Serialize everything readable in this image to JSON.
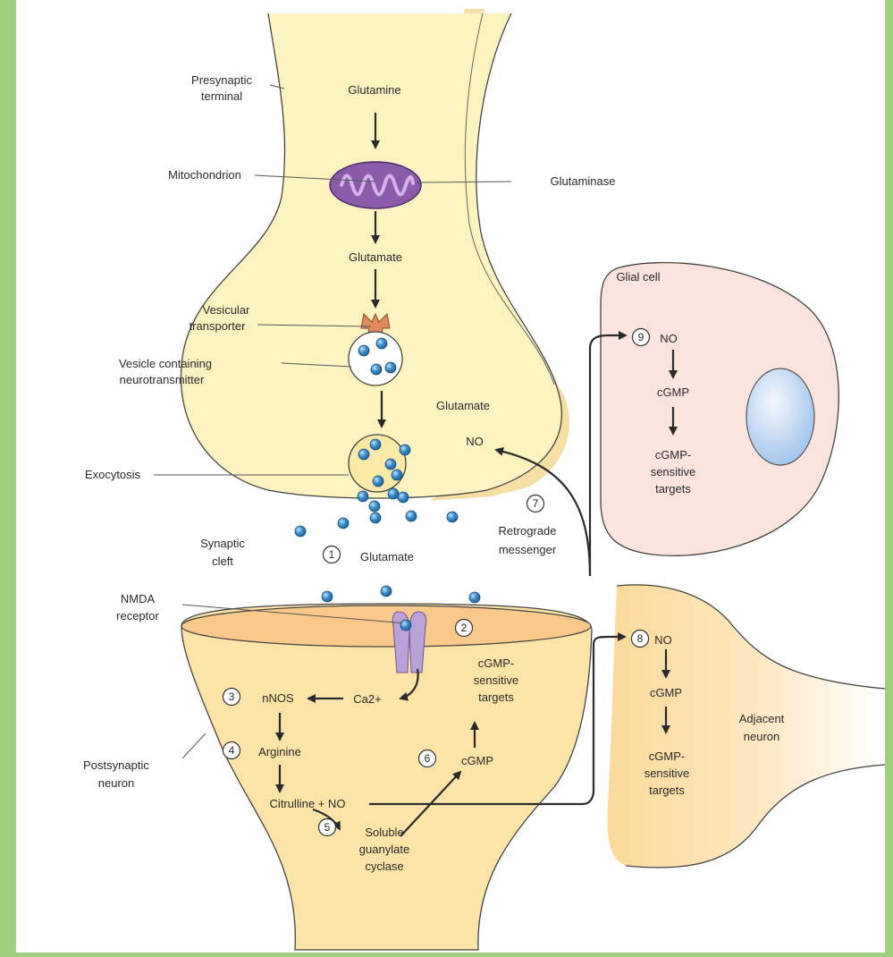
{
  "colors": {
    "border": "#9fd07f",
    "background": "#ffffff",
    "presynaptic_fill": "#fdf3c0",
    "presynaptic_shade": "#f6dfa6",
    "postsynaptic_fill": "#fce3a8",
    "glial_fill": "#fbe3de",
    "mitochondrion": "#8b5aa8",
    "receptor": "#b9a2d6",
    "transporter": "#e08a5e",
    "molecule": "#2f78b5",
    "nucleus": "#cfe2f7",
    "arrow": "#2a2a2a"
  },
  "labels": {
    "presynaptic_terminal_1": "Presynaptic",
    "presynaptic_terminal_2": "terminal",
    "glutamine": "Glutamine",
    "mitochondrion": "Mitochondrion",
    "glutaminase": "Glutaminase",
    "glutamate_top": "Glutamate",
    "vesicular_transporter_1": "Vesicular",
    "vesicular_transporter_2": "transporter",
    "vesicle_1": "Vesicle containing",
    "vesicle_2": "neurotransmitter",
    "glutamate_right": "Glutamate",
    "no_pre": "NO",
    "exocytosis": "Exocytosis",
    "synaptic_cleft_1": "Synaptic",
    "synaptic_cleft_2": "cleft",
    "glutamate_cleft": "Glutamate",
    "retrograde_1": "Retrograde",
    "retrograde_2": "messenger",
    "nmda_1": "NMDA",
    "nmda_2": "receptor",
    "nnos": "nNOS",
    "ca2": "Ca2+",
    "cgmp_targets_post_1": "cGMP-",
    "cgmp_targets_post_2": "sensitive",
    "cgmp_targets_post_3": "targets",
    "arginine": "Arginine",
    "cgmp_post": "cGMP",
    "postsynaptic_1": "Postsynaptic",
    "postsynaptic_2": "neuron",
    "citrulline_no": "Citrulline + NO",
    "soluble_1": "Soluble",
    "soluble_2": "guanylate",
    "soluble_3": "cyclase",
    "glial_cell": "Glial cell",
    "glial_no": "NO",
    "glial_cgmp": "cGMP",
    "glial_targets_1": "cGMP-",
    "glial_targets_2": "sensitive",
    "glial_targets_3": "targets",
    "adj_no": "NO",
    "adj_cgmp": "cGMP",
    "adj_targets_1": "cGMP-",
    "adj_targets_2": "sensitive",
    "adj_targets_3": "targets",
    "adjacent_1": "Adjacent",
    "adjacent_2": "neuron"
  },
  "steps": [
    "1",
    "2",
    "3",
    "4",
    "5",
    "6",
    "7",
    "8",
    "9"
  ]
}
